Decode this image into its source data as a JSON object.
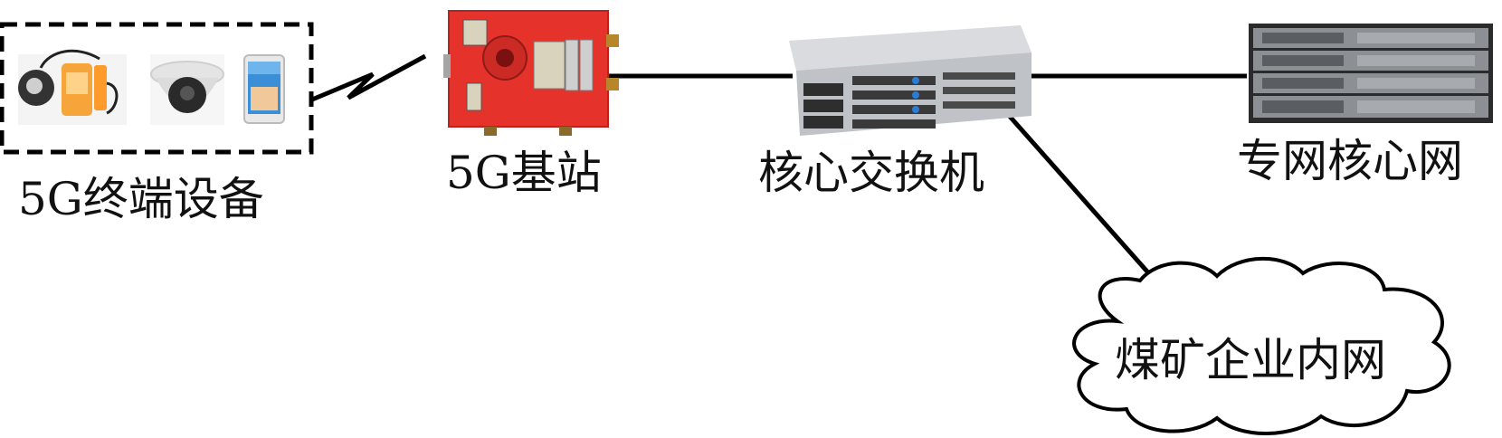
{
  "labels": {
    "terminal_devices": "5G终端设备",
    "base_station": "5G基站",
    "core_switch": "核心交换机",
    "private_core": "专网核心网",
    "enterprise_intranet": "煤矿企业内网"
  },
  "icons": {
    "devices": [
      "miner-lamp-icon",
      "dome-camera-icon",
      "smartphone-icon"
    ],
    "base_station": "explosion-proof-base-station-icon",
    "core_switch": "rack-switch-icon",
    "private_core": "server-rack-icon",
    "enterprise_intranet": "cloud-icon"
  },
  "colors": {
    "base_station_red": "#e5322b",
    "line": "#000000",
    "device_orange": "#f5a53a",
    "device_silver": "#c8cbcf"
  }
}
